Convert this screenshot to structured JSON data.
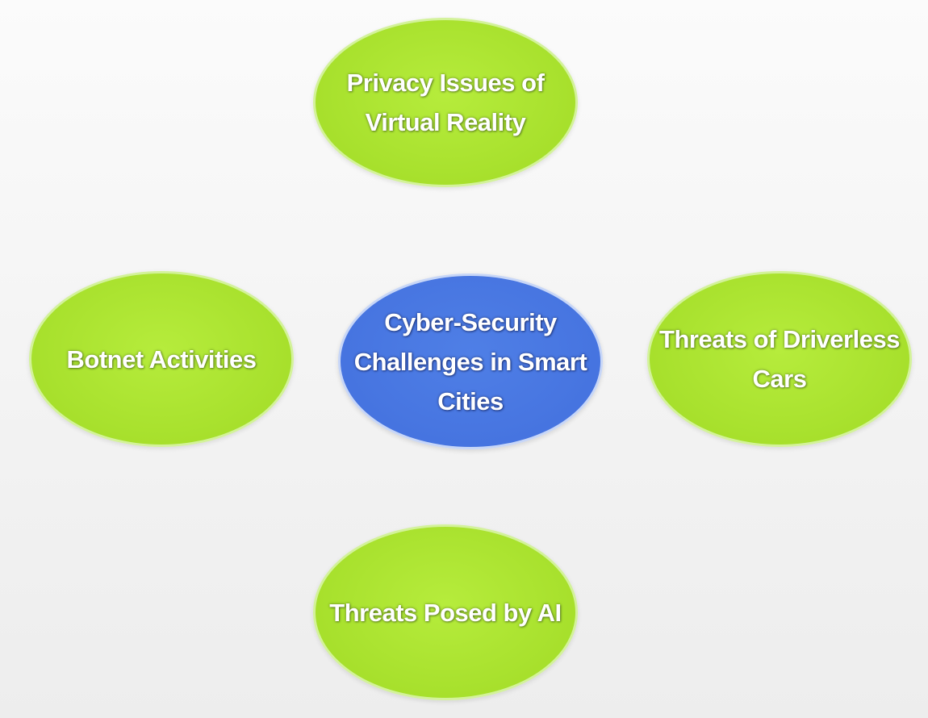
{
  "diagram": {
    "center": {
      "label": "Cyber-Security Challenges in Smart Cities",
      "color": "#4674e0"
    },
    "nodes": [
      {
        "id": "top",
        "label": "Privacy Issues of Virtual Reality",
        "color": "#a7e02c"
      },
      {
        "id": "left",
        "label": "Botnet Activities",
        "color": "#a7e02c"
      },
      {
        "id": "right",
        "label": "Threats of Driverless Cars",
        "color": "#a7e02c"
      },
      {
        "id": "bottom",
        "label": "Threats Posed by AI",
        "color": "#a7e02c"
      }
    ]
  }
}
